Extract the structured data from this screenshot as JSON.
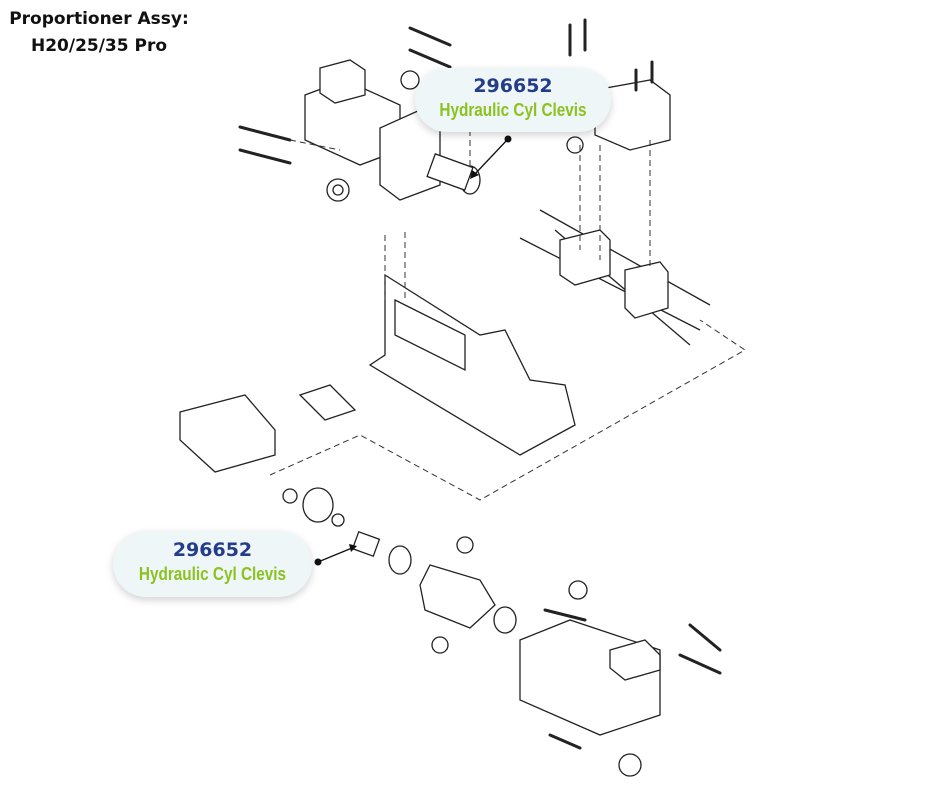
{
  "title": {
    "line1": "Proportioner Assy:",
    "line2": "H20/25/35 Pro"
  },
  "callouts": [
    {
      "part_number": "296652",
      "description": "Hydraulic Cyl Clevis"
    },
    {
      "part_number": "296652",
      "description": "Hydraulic Cyl Clevis"
    }
  ],
  "colors": {
    "part_number": "#243c8a",
    "description": "#8cc21f",
    "pill": "#eef6f7"
  }
}
